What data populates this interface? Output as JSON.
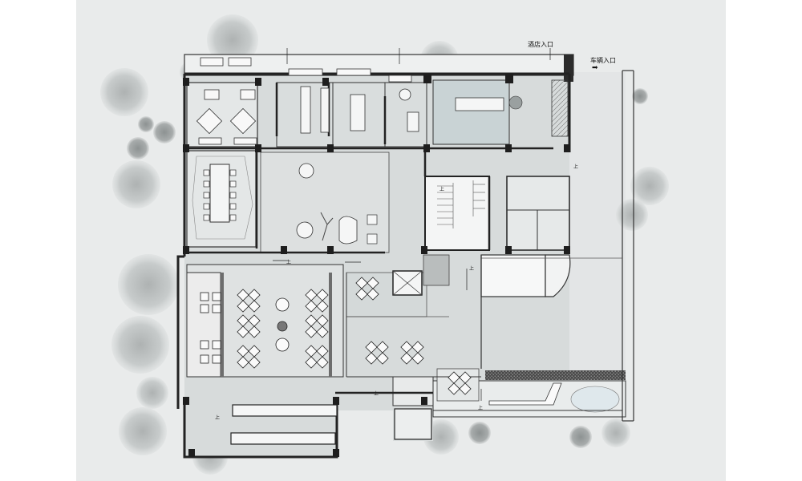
{
  "labels": {
    "hotel_entrance": "酒店入口",
    "vehicle_entrance": "车辆入口",
    "up_mark": "上"
  },
  "icons": {
    "entrance_arrow": "arrow-down-icon"
  }
}
